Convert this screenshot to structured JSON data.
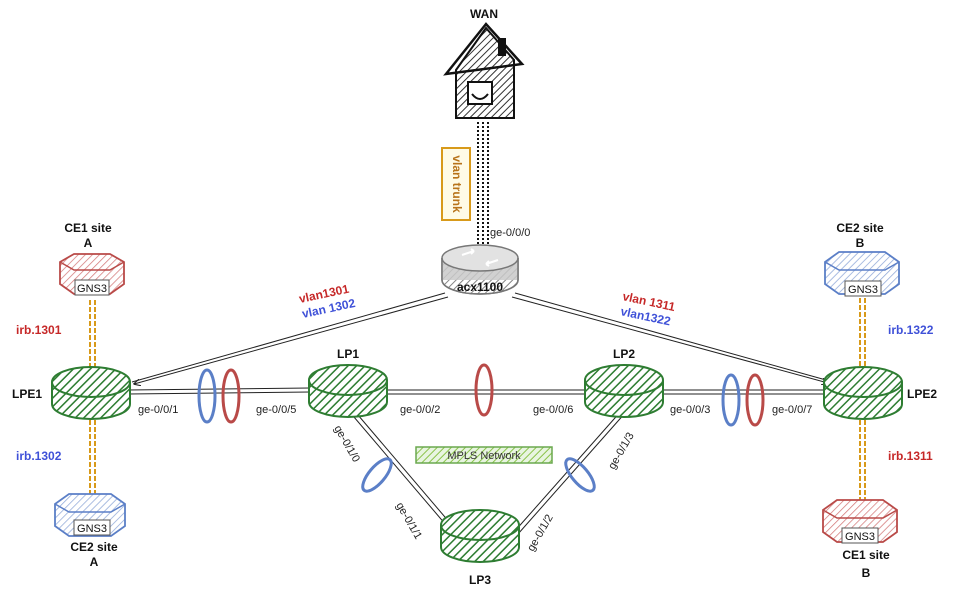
{
  "wan": {
    "label": "WAN",
    "trunk_label": "vlan trunk",
    "port": "ge-0/0/0"
  },
  "acx": {
    "label": "acx1100"
  },
  "vlans": {
    "left_a": "vlan1301",
    "left_b": "vlan 1302",
    "right_a": "vlan 1311",
    "right_b": "vlan1322"
  },
  "routers": {
    "lpe1": "LPE1",
    "lpe2": "LPE2",
    "lp1": "LP1",
    "lp2": "LP2",
    "lp3": "LP3"
  },
  "ports": {
    "lpe1_lp1": "ge-0/0/1",
    "lp1_lpe1": "ge-0/0/5",
    "lp1_lp2": "ge-0/0/2",
    "lp2_lp1": "ge-0/0/6",
    "lp2_lpe2": "ge-0/0/3",
    "lpe2_lp2": "ge-0/0/7",
    "lp1_lp3": "ge-0/1/0",
    "lp3_lp1": "ge-0/1/1",
    "lp3_lp2": "ge-0/1/2",
    "lp2_lp3": "ge-0/1/3"
  },
  "mpls_label": "MPLS Network",
  "sites": {
    "ce1a": {
      "line1": "CE1 site",
      "line2": "A",
      "gns": "GNS3",
      "irb": "irb.1301"
    },
    "ce2a": {
      "line1": "CE2 site",
      "line2": "A",
      "gns": "GNS3",
      "irb": "irb.1302"
    },
    "ce2b": {
      "line1": "CE2 site",
      "line2": "B",
      "gns": "GNS3",
      "irb": "irb.1322"
    },
    "ce1b": {
      "line1": "CE1 site",
      "line2": "B",
      "gns": "GNS3",
      "irb": "irb.1311"
    }
  },
  "colors": {
    "green": "#2e7d32",
    "green_fill": "#4caf50",
    "red": "#b94a48",
    "blue": "#5b7fc7",
    "orange": "#d89a1a"
  }
}
